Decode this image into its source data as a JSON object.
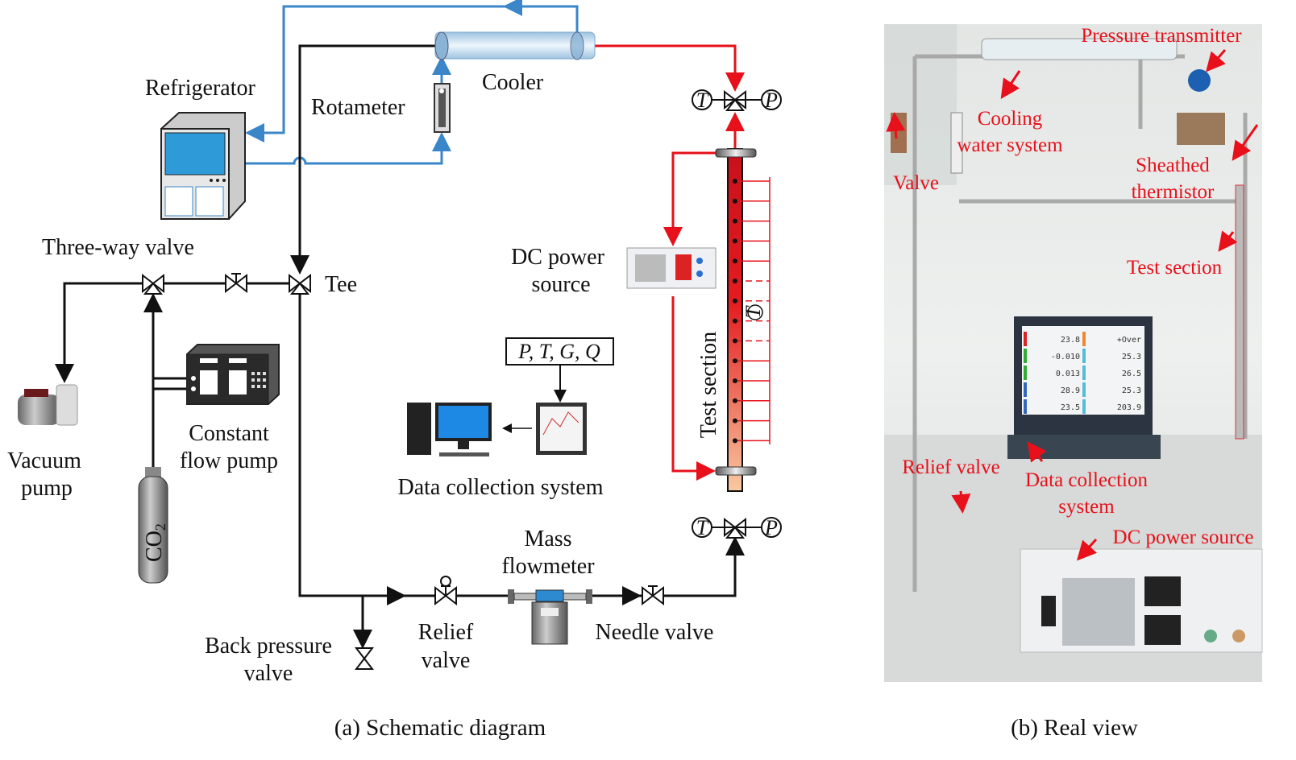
{
  "schematic": {
    "labels": {
      "refrigerator": "Refrigerator",
      "rotameter": "Rotameter",
      "cooler": "Cooler",
      "three_way_valve": "Three-way valve",
      "tee": "Tee",
      "vacuum_pump_1": "Vacuum",
      "vacuum_pump_2": "pump",
      "constant_flow_pump_1": "Constant",
      "constant_flow_pump_2": "flow pump",
      "co2": "CO",
      "co2_sub": "2",
      "dc_power_1": "DC power",
      "dc_power_2": "source",
      "ptgq": "P, T, G, Q",
      "data_collection": "Data collection system",
      "test_section": "Test section",
      "mass_flowmeter_1": "Mass",
      "mass_flowmeter_2": "flowmeter",
      "back_pressure_1": "Back pressure",
      "back_pressure_2": "valve",
      "relief_1": "Relief",
      "relief_2": "valve",
      "needle_valve": "Needle valve",
      "sensor_t": "T",
      "sensor_p": "P"
    },
    "caption": "(a) Schematic diagram"
  },
  "real_view": {
    "labels": {
      "pressure_transmitter": "Pressure transmitter",
      "cooling_1": "Cooling",
      "cooling_2": "water system",
      "valve": "Valve",
      "sheathed_1": "Sheathed",
      "sheathed_2": "thermistor",
      "test_section": "Test section",
      "relief_valve": "Relief valve",
      "data_collection_1": "Data collection",
      "data_collection_2": "system",
      "dc_power": "DC power source"
    },
    "monitor_values_left": [
      "23.8",
      "-0.010",
      "0.013",
      "28.9",
      "23.5"
    ],
    "monitor_values_right": [
      "+Over",
      "25.3",
      "26.5",
      "25.3",
      "203.9"
    ],
    "caption": "(b) Real view"
  },
  "colors": {
    "hot": "#e8101a",
    "cold": "#3a86c8",
    "pipe": "#111111",
    "label_red": "#e8101a"
  }
}
